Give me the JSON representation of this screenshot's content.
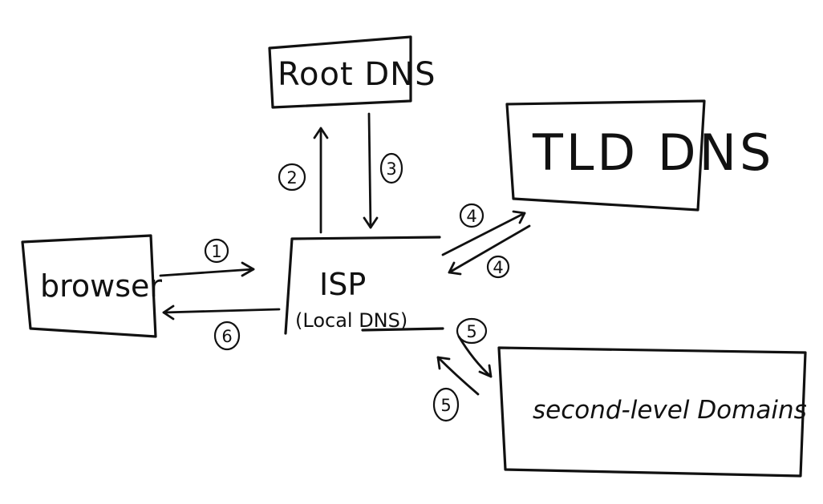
{
  "nodes": {
    "root": "Root DNS",
    "tld": "TLD DNS",
    "browser": "browser",
    "isp": "ISP",
    "isp_sub": "(Local DNS)",
    "second_level": "second-level Domains"
  },
  "steps": {
    "s1": "1",
    "s2": "2",
    "s3": "3",
    "s4a": "4",
    "s4b": "4",
    "s5a": "5",
    "s5b": "5",
    "s6": "6"
  },
  "colors": {
    "ink": "#111111",
    "background": "#ffffff"
  }
}
